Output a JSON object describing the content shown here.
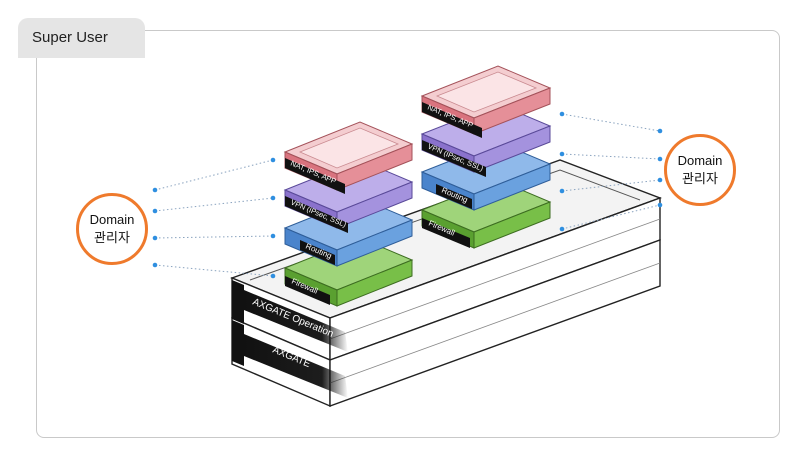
{
  "tab": {
    "label": "Super User"
  },
  "domain_admin_left": {
    "line1": "Domain",
    "line2": "관리자"
  },
  "domain_admin_right": {
    "line1": "Domain",
    "line2": "관리자"
  },
  "stack_left": {
    "layers": [
      "NAT, IPS, APP",
      "VPN (IPsec, SSL)",
      "Routing",
      "Firewall"
    ]
  },
  "stack_right": {
    "layers": [
      "NAT, IPS, APP",
      "VPN (IPsec, SSL)",
      "Routing",
      "Firewall"
    ]
  },
  "base": {
    "operation_label": "AXGATE Operation",
    "axgate_label": "AXGATE"
  },
  "colors": {
    "accent_orange": "#ef7a2c",
    "nat": "#e58f98",
    "vpn": "#9a84d4",
    "routing": "#5f97d8",
    "firewall": "#6fb444",
    "dots": "#2f8fe0"
  }
}
